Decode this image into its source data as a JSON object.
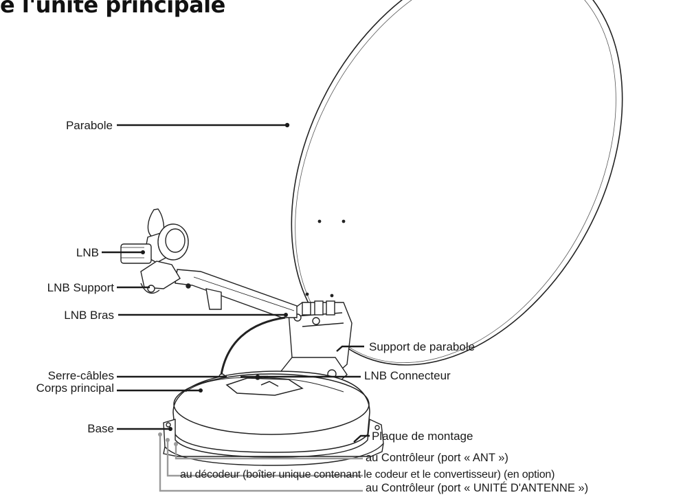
{
  "title": "e l'unité principale",
  "labels": {
    "parabole": "Parabole",
    "lnb": "LNB",
    "lnb_support": "LNB Support",
    "lnb_bras": "LNB Bras",
    "serre_cables": "Serre-câbles",
    "corps_principal": "Corps principal",
    "base": "Base",
    "support_parabole": "Support de parabole",
    "lnb_connecteur": "LNB Connecteur",
    "plaque_montage": "Plaque de montage",
    "cable_controleur_ant": "au Contrôleur (port « ANT »)",
    "cable_decodeur": "au décodeur (boîtier unique contenant le codeur et le convertisseur) (en option)",
    "cable_controleur_unite": "au Contrôleur (port « UNITÉ D'ANTENNE »)"
  },
  "colors": {
    "line": "#1a1a1a",
    "cable_grey": "#9a9a9a",
    "dish_fill": "#ffffff"
  }
}
